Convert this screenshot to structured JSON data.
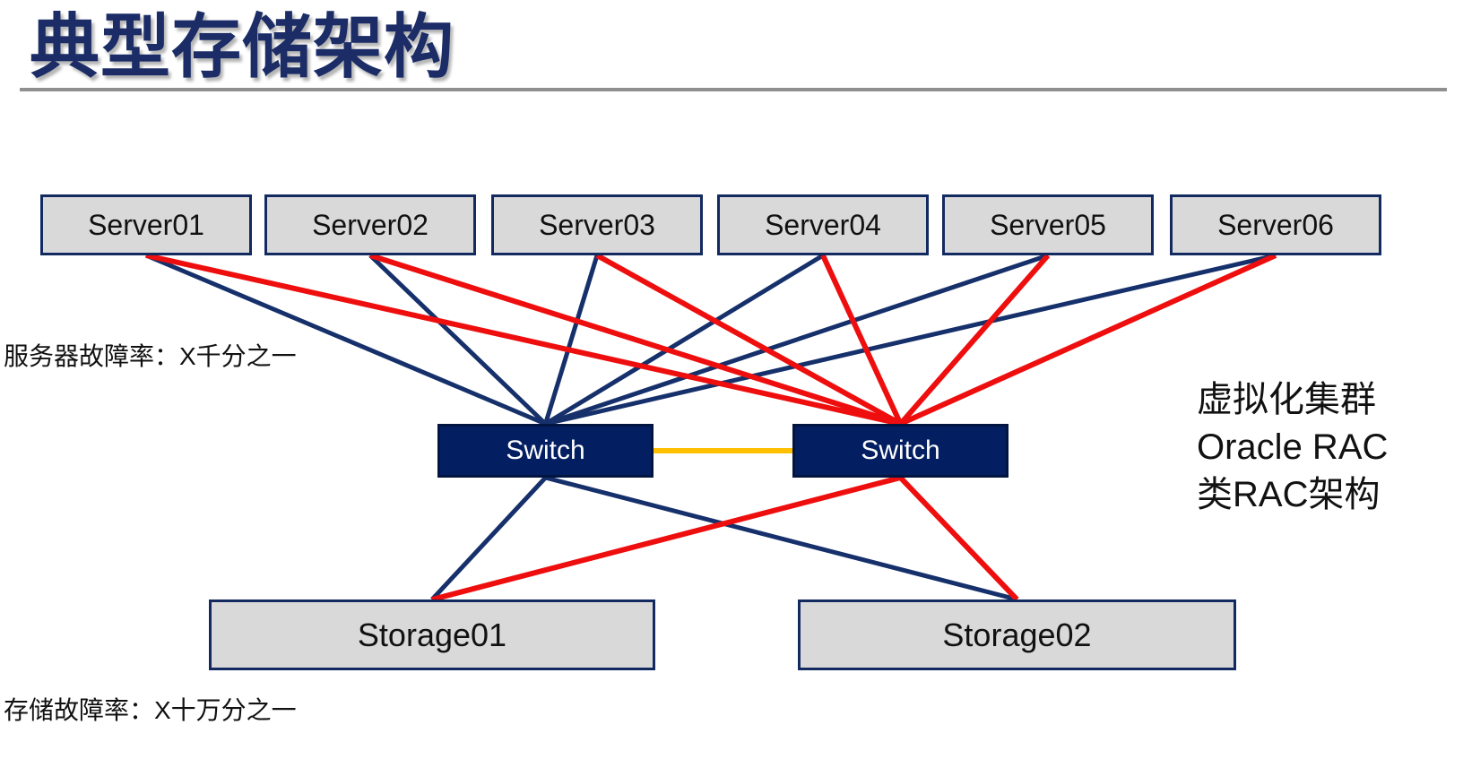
{
  "title": "典型存储架构",
  "labels": {
    "server_failure_rate": "服务器故障率：X千分之一",
    "storage_failure_rate": "存储故障率：X十万分之一",
    "annotation_lines": [
      "虚拟化集群",
      "Oracle RAC",
      "类RAC架构"
    ]
  },
  "nodes": {
    "servers": [
      {
        "id": "server01",
        "label": "Server01"
      },
      {
        "id": "server02",
        "label": "Server02"
      },
      {
        "id": "server03",
        "label": "Server03"
      },
      {
        "id": "server04",
        "label": "Server04"
      },
      {
        "id": "server05",
        "label": "Server05"
      },
      {
        "id": "server06",
        "label": "Server06"
      }
    ],
    "switches": [
      {
        "id": "switch-a",
        "label": "Switch"
      },
      {
        "id": "switch-b",
        "label": "Switch"
      }
    ],
    "storages": [
      {
        "id": "storage01",
        "label": "Storage01"
      },
      {
        "id": "storage02",
        "label": "Storage02"
      }
    ]
  },
  "colors": {
    "navy": "#16306B",
    "red": "#EE0E0E",
    "gold": "#FFC000",
    "box_fill": "#D9D9D9",
    "switch_fill": "#041E62",
    "divider_gray": "#8F8F8F",
    "title_navy": "#1B2C66"
  },
  "links": [
    {
      "from": "server01",
      "to": "switch-a",
      "from_anchor": "bottom",
      "to_anchor": "top",
      "color": "navy",
      "stroke_width": 5
    },
    {
      "from": "server02",
      "to": "switch-a",
      "from_anchor": "bottom",
      "to_anchor": "top",
      "color": "navy",
      "stroke_width": 5
    },
    {
      "from": "server03",
      "to": "switch-a",
      "from_anchor": "bottom",
      "to_anchor": "top",
      "color": "navy",
      "stroke_width": 5
    },
    {
      "from": "server04",
      "to": "switch-a",
      "from_anchor": "bottom",
      "to_anchor": "top",
      "color": "navy",
      "stroke_width": 5
    },
    {
      "from": "server05",
      "to": "switch-a",
      "from_anchor": "bottom",
      "to_anchor": "top",
      "color": "navy",
      "stroke_width": 5
    },
    {
      "from": "server06",
      "to": "switch-a",
      "from_anchor": "bottom",
      "to_anchor": "top",
      "color": "navy",
      "stroke_width": 5
    },
    {
      "from": "switch-a",
      "to": "storage01",
      "from_anchor": "bottom",
      "to_anchor": "top",
      "color": "navy",
      "stroke_width": 5
    },
    {
      "from": "switch-a",
      "to": "storage02",
      "from_anchor": "bottom",
      "to_anchor": "top",
      "color": "navy",
      "stroke_width": 5
    },
    {
      "from": "server01",
      "to": "switch-b",
      "from_anchor": "bottom",
      "to_anchor": "top",
      "color": "red",
      "stroke_width": 6
    },
    {
      "from": "server02",
      "to": "switch-b",
      "from_anchor": "bottom",
      "to_anchor": "top",
      "color": "red",
      "stroke_width": 6
    },
    {
      "from": "server03",
      "to": "switch-b",
      "from_anchor": "bottom",
      "to_anchor": "top",
      "color": "red",
      "stroke_width": 6
    },
    {
      "from": "server04",
      "to": "switch-b",
      "from_anchor": "bottom",
      "to_anchor": "top",
      "color": "red",
      "stroke_width": 6
    },
    {
      "from": "server05",
      "to": "switch-b",
      "from_anchor": "bottom",
      "to_anchor": "top",
      "color": "red",
      "stroke_width": 6
    },
    {
      "from": "server06",
      "to": "switch-b",
      "from_anchor": "bottom",
      "to_anchor": "top",
      "color": "red",
      "stroke_width": 6
    },
    {
      "from": "switch-b",
      "to": "storage01",
      "from_anchor": "bottom",
      "to_anchor": "top",
      "color": "red",
      "stroke_width": 6
    },
    {
      "from": "switch-b",
      "to": "storage02",
      "from_anchor": "bottom",
      "to_anchor": "top",
      "color": "red",
      "stroke_width": 6
    },
    {
      "from": "switch-a",
      "to": "switch-b",
      "from_anchor": "right",
      "to_anchor": "left",
      "color": "gold",
      "stroke_width": 6
    }
  ]
}
